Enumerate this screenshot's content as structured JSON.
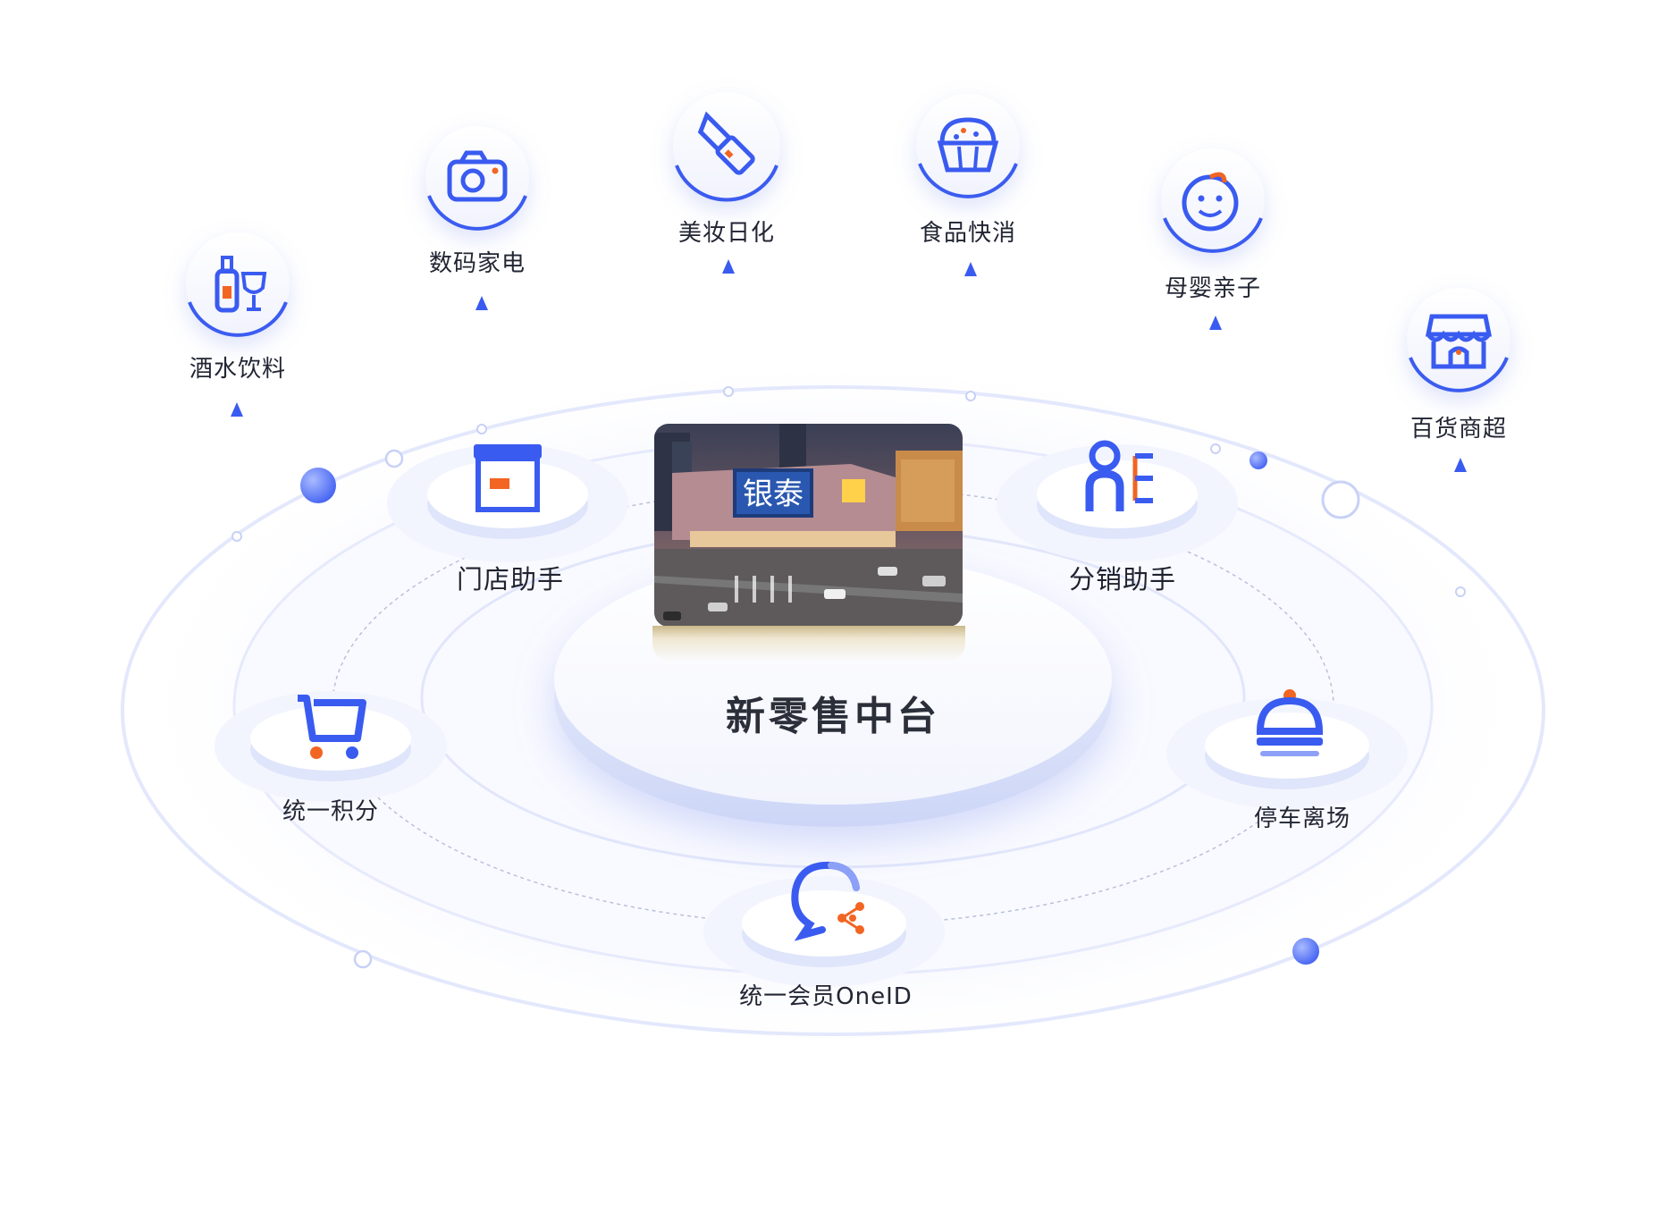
{
  "center": {
    "title": "新零售中台",
    "sign_text": "银泰"
  },
  "inner_nodes": [
    {
      "id": "store",
      "label": "门店助手",
      "icon": "store-icon"
    },
    {
      "id": "distribution",
      "label": "分销助手",
      "icon": "distribution-icon"
    },
    {
      "id": "points",
      "label": "统一积分",
      "icon": "cart-icon"
    },
    {
      "id": "parking",
      "label": "停车离场",
      "icon": "service-bell-icon"
    },
    {
      "id": "member",
      "label": "统一会员OneID",
      "icon": "chat-bubble-icon"
    }
  ],
  "categories": [
    {
      "id": "drinks",
      "label": "酒水饮料",
      "icon": "bottle-glass-icon"
    },
    {
      "id": "digital",
      "label": "数码家电",
      "icon": "camera-icon"
    },
    {
      "id": "beauty",
      "label": "美妆日化",
      "icon": "lipstick-icon"
    },
    {
      "id": "food",
      "label": "食品快消",
      "icon": "cupcake-icon"
    },
    {
      "id": "baby",
      "label": "母婴亲子",
      "icon": "baby-face-icon"
    },
    {
      "id": "department",
      "label": "百货商超",
      "icon": "shop-front-icon"
    }
  ],
  "colors": {
    "primary": "#3a5bf0",
    "accent": "#f26522",
    "ring": "#dfe5fb"
  }
}
